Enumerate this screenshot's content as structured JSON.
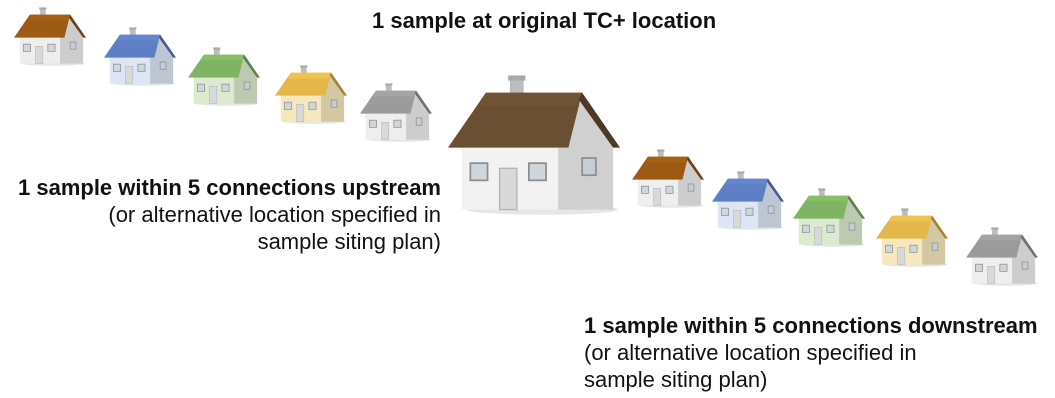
{
  "labels": {
    "center": "1 sample at original TC+ location",
    "upstream_bold": "1 sample within 5 connections upstream",
    "upstream_line2": "(or alternative location specified in",
    "upstream_line3": "sample siting plan)",
    "downstream_bold": "1 sample within 5 connections downstream",
    "downstream_line2": "(or alternative location specified in",
    "downstream_line3": "sample siting plan)"
  },
  "houses": {
    "upstream": [
      {
        "name": "upstream-house-1",
        "roof": "#9c5a12",
        "wall": "#eeeeee"
      },
      {
        "name": "upstream-house-2",
        "roof": "#5f7fc4",
        "wall": "#dde6f6"
      },
      {
        "name": "upstream-house-3",
        "roof": "#7fb462",
        "wall": "#dcebcf"
      },
      {
        "name": "upstream-house-4",
        "roof": "#e3b74a",
        "wall": "#f6e8bc"
      },
      {
        "name": "upstream-house-5",
        "roof": "#9b9b9b",
        "wall": "#eeeeee"
      }
    ],
    "center": {
      "name": "center-house",
      "roof": "#6b4f33",
      "wall": "#f2f2f2"
    },
    "downstream": [
      {
        "name": "downstream-house-1",
        "roof": "#9c5a12",
        "wall": "#eeeeee"
      },
      {
        "name": "downstream-house-2",
        "roof": "#5f7fc4",
        "wall": "#dde6f6"
      },
      {
        "name": "downstream-house-3",
        "roof": "#7fb462",
        "wall": "#dcebcf"
      },
      {
        "name": "downstream-house-4",
        "roof": "#e3b74a",
        "wall": "#f6e8bc"
      },
      {
        "name": "downstream-house-5",
        "roof": "#9b9b9b",
        "wall": "#eeeeee"
      }
    ]
  }
}
